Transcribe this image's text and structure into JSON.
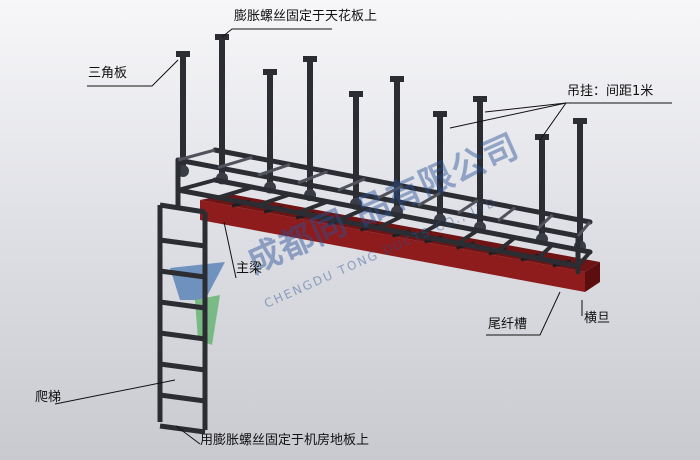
{
  "labels": {
    "ceiling_bolt": "膨胀螺丝固定于天花板上",
    "triangle_plate": "三角板",
    "hanger": "吊挂：间距1米",
    "main_beam": "主梁",
    "tail_slot": "尾纤槽",
    "cross_bar": "横旦",
    "ladder": "爬梯",
    "floor_bolt": "用膨胀螺丝固定于机房地板上"
  },
  "watermark": {
    "company_cn": "成都同",
    "company_cn_suffix": "品有限公司",
    "company_en": "CHENGDU TONG",
    "company_en_suffix": "DUCTS CO., LTD"
  },
  "colors": {
    "steel": "#2b2d33",
    "steel_light": "#50535b",
    "trough": "#8e1c1c",
    "trough_dark": "#5c0e0e",
    "leader": "#111111",
    "logo_blue": "#2a62a8",
    "logo_green": "#3aa84a"
  }
}
